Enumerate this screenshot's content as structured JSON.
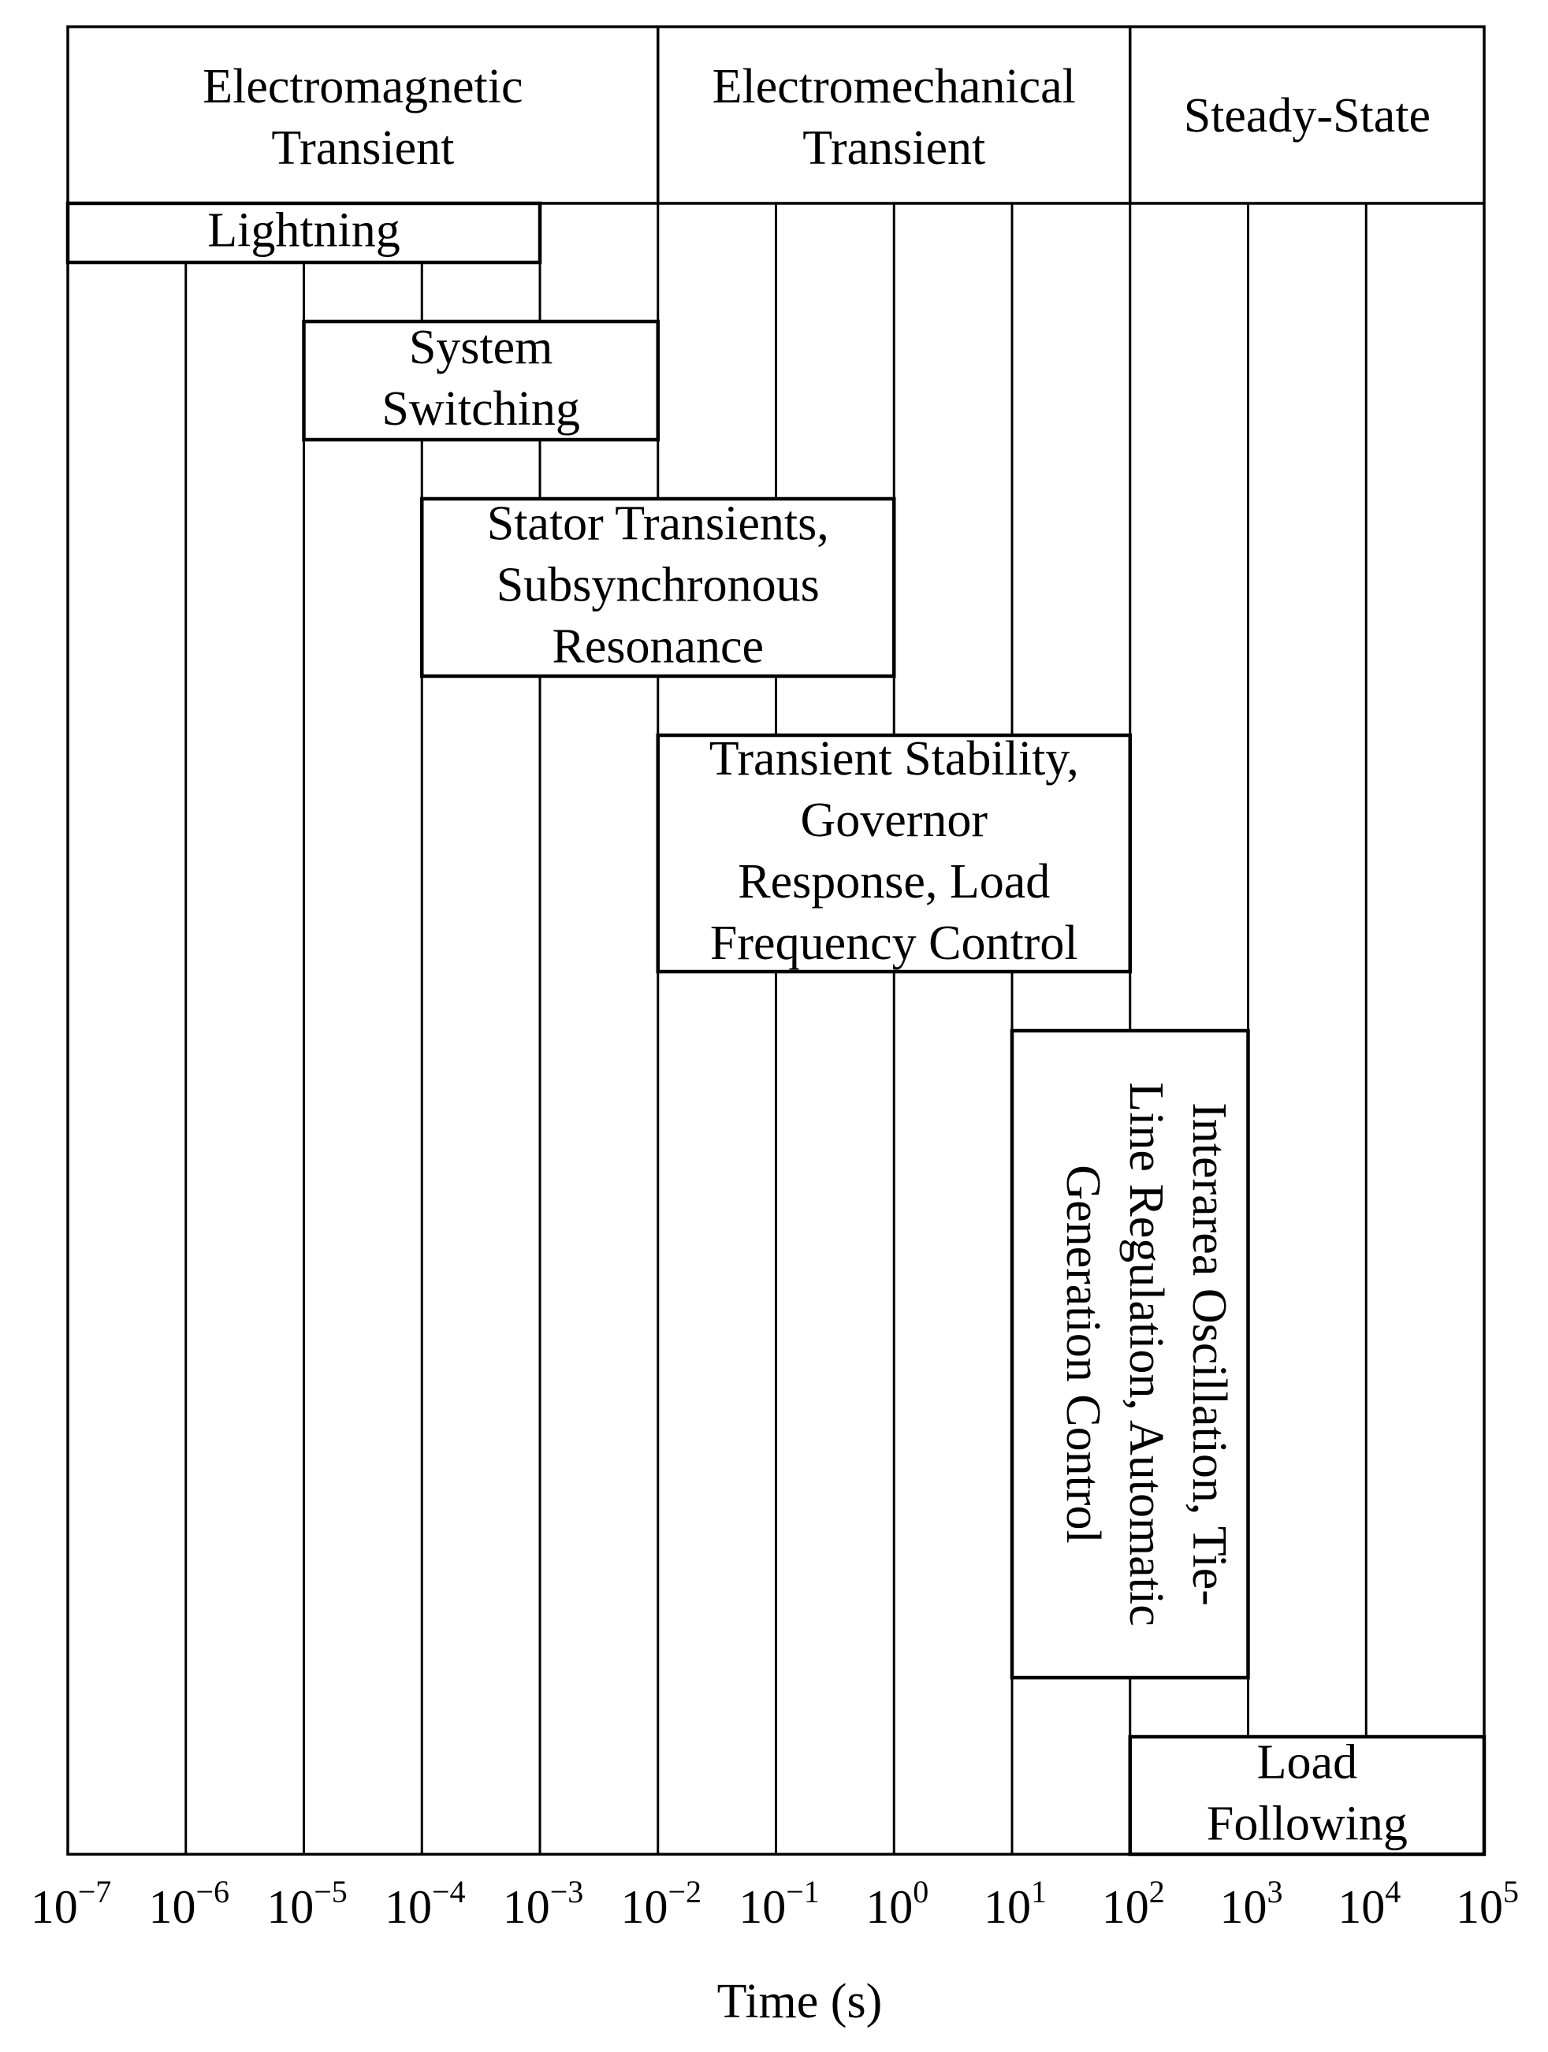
{
  "header_regions": [
    {
      "lines": [
        "Electromagnetic",
        "Transient"
      ],
      "from": -7,
      "to": -2
    },
    {
      "lines": [
        "Electromechanical",
        "Transient"
      ],
      "from": -2,
      "to": 2
    },
    {
      "lines": [
        "Steady-State"
      ],
      "from": 2,
      "to": 5
    }
  ],
  "phenomena": [
    {
      "lines": [
        "Lightning"
      ],
      "from": -7,
      "to": -3,
      "orientation": "horizontal"
    },
    {
      "lines": [
        "System",
        "Switching"
      ],
      "from": -5,
      "to": -2,
      "orientation": "horizontal"
    },
    {
      "lines": [
        "Stator Transients,",
        "Subsynchronous",
        "Resonance"
      ],
      "from": -4,
      "to": 0,
      "orientation": "horizontal"
    },
    {
      "lines": [
        "Transient Stability,",
        "Governor",
        "Response, Load",
        "Frequency Control"
      ],
      "from": -2,
      "to": 2,
      "orientation": "horizontal"
    },
    {
      "lines": [
        "Interarea Oscillation, Tie-",
        "Line Regulation, Automatic",
        "Generation Control"
      ],
      "from": 1,
      "to": 3,
      "orientation": "vertical"
    },
    {
      "lines": [
        "Load",
        "Following"
      ],
      "from": 2,
      "to": 5,
      "orientation": "horizontal"
    }
  ],
  "axis": {
    "tick_base": "10",
    "tick_exponents": [
      "−7",
      "−6",
      "−5",
      "−4",
      "−3",
      "−2",
      "−1",
      "0",
      "1",
      "2",
      "3",
      "4",
      "5"
    ],
    "xlabel": "Time (s)"
  }
}
